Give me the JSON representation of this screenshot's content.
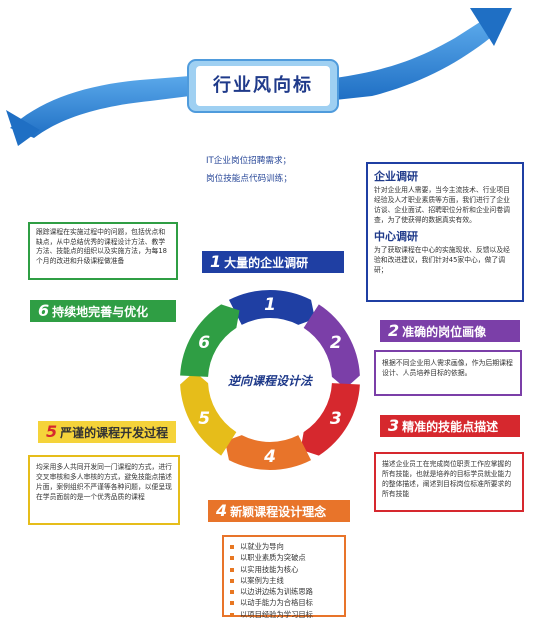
{
  "banner": {
    "title": "行业风向标"
  },
  "requirements": {
    "line1": "IT企业岗位招聘需求；",
    "line2": "岗位技能点代码训练；"
  },
  "center_title": "逆向课程设计法",
  "wheel_numbers": [
    "1",
    "2",
    "3",
    "4",
    "5",
    "6"
  ],
  "steps": [
    {
      "num": "1",
      "label": "大量的企业调研",
      "color": "#1f3fa3"
    },
    {
      "num": "2",
      "label": "准确的岗位画像",
      "color": "#7b3fa8"
    },
    {
      "num": "3",
      "label": "精准的技能点描述",
      "color": "#d6282e"
    },
    {
      "num": "4",
      "label": "新颖课程设计理念",
      "color": "#e8742a"
    },
    {
      "num": "5",
      "label": "严谨的课程开发过程",
      "color": "#e6bd1a"
    },
    {
      "num": "6",
      "label": "持续地完善与优化",
      "color": "#2f9e44"
    }
  ],
  "boxes": {
    "research": {
      "title1": "企业调研",
      "text1": "针对企业用人需要，当今主流技术、行业项目经验及人才职业素质等方面，我们进行了企业访谈、企业面试、招聘职位分析和企业问卷调查，为了使获得的数据真实有效。",
      "title2": "中心调研",
      "text2": "为了获取课程在中心的实施现状、反馈以及经验和改进建议，我们针对45家中心，做了调研；"
    },
    "optimize": {
      "text": "跟踪课程在实施过程中的问题，包括优点和缺点，从中总结优秀的课程设计方法、教学方法、技能点的组织以及实施方法，为每18个月的改进和升级课程做准备"
    },
    "portrait": {
      "text": "根据不同企业用人需求画像，作为后期课程设计、人员培养目标的依据。"
    },
    "skills": {
      "text": "描述企业员工在完成岗位职责工作应掌握的所有技能，也就是培养的目标学员就业能力的整体描述，阐述到目标岗位标准所要求的所有技能"
    },
    "development": {
      "text": "均采用多人共同开发同一门课程的方式，进行交叉审核和多人审核的方式，避免技能点描述片面，案例组织不严谨等各种问题，以便呈现在学员面前的是一个优秀品质的课程"
    },
    "concept": {
      "items": [
        "以就业为导向",
        "以职业素质为突破点",
        "以实用技能为核心",
        "以案例为主线",
        "以边讲边练为训练思路",
        "以动手能力为合格目标",
        "以项目经验为学习目标"
      ]
    }
  }
}
